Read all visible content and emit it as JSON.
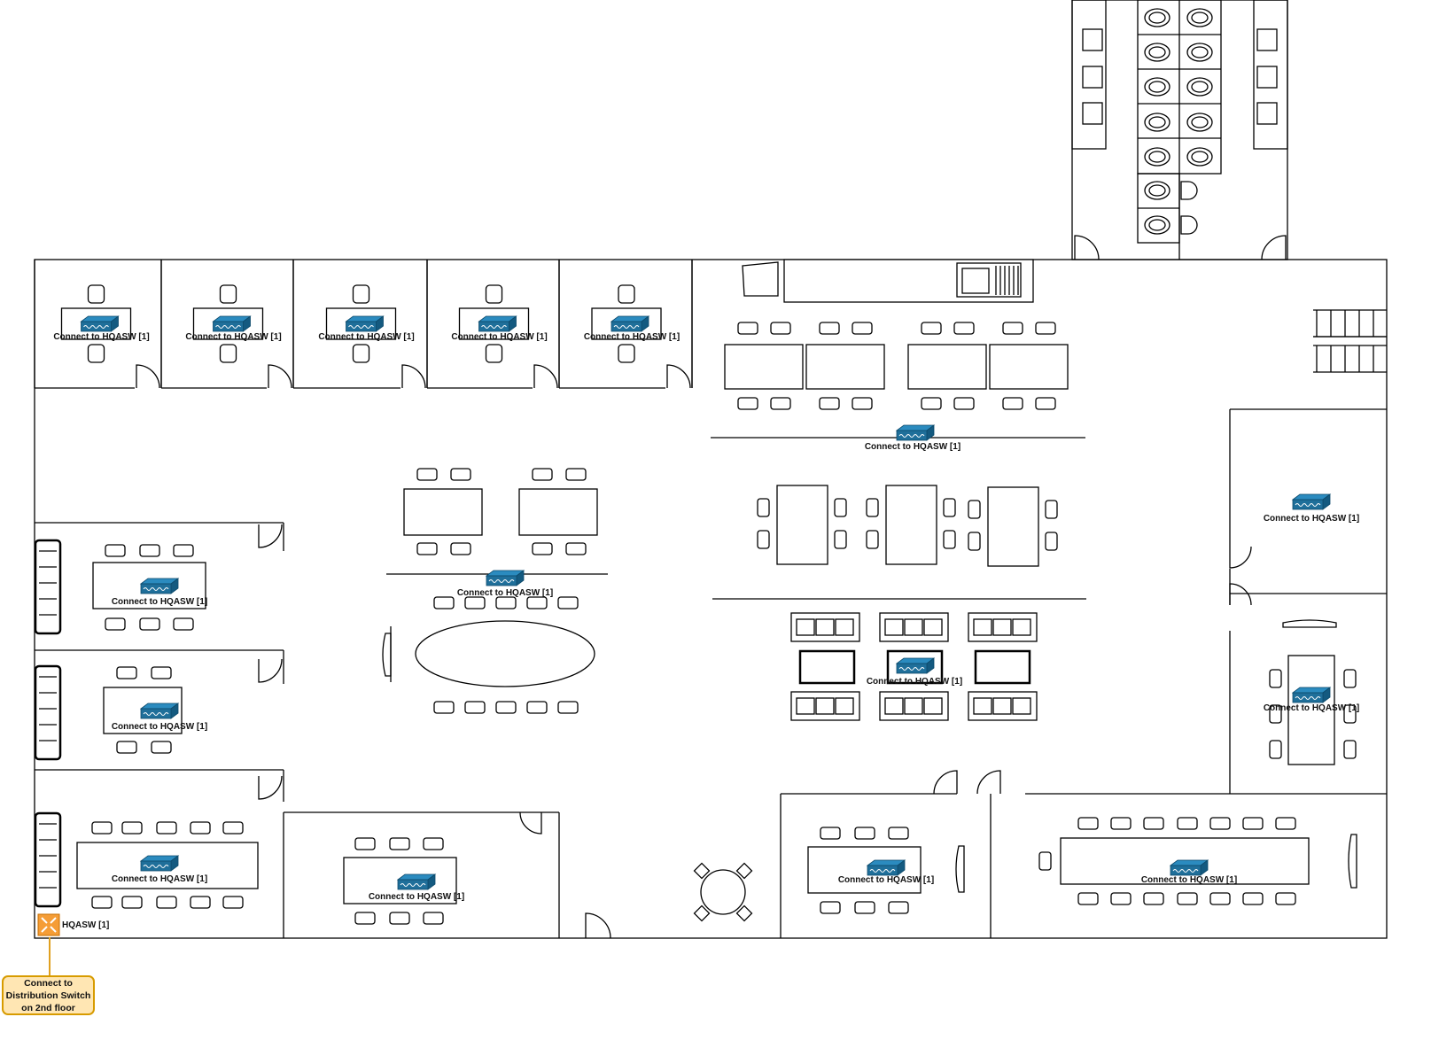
{
  "diagram": {
    "switch_label": "Connect to HQASW [1]",
    "core_switch_label": "HQASW [1]",
    "uplink_note": "Connect to Distribution Switch on 2nd floor",
    "colors": {
      "wall": "#000000",
      "switch_body": "#1f6f9a",
      "switch_front": "#2b8bbf",
      "core_switch": "#f59d36",
      "uplink_line": "#e0a020",
      "note_fill": "#ffe6b3",
      "note_border": "#d79b00"
    },
    "icons": [
      "network-switch-icon",
      "router-icon",
      "desk-icon",
      "chair-icon",
      "door-icon",
      "toilet-icon",
      "sink-icon",
      "sofa-icon",
      "staircase-icon"
    ]
  }
}
